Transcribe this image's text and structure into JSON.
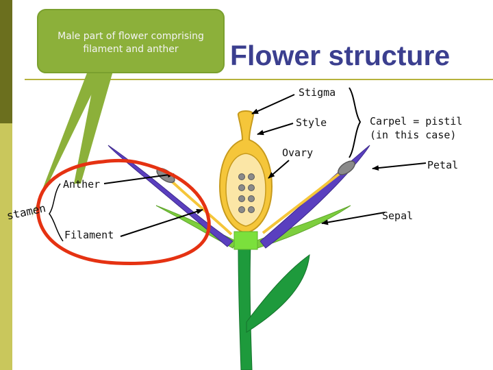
{
  "title": "Flower structure",
  "callout": {
    "text": "Male part of flower comprising filament and anther"
  },
  "labels": {
    "stigma": "Stigma",
    "style": "Style",
    "ovary": "Ovary",
    "carpel_line1": "Carpel = pistil",
    "carpel_line2": "(in this case)",
    "petal": "Petal",
    "anther": "Anther",
    "sepal": "Sepal",
    "filament": "Filament",
    "stamen": "stamen"
  },
  "colors": {
    "sidebar_dark": "#6b6f1e",
    "sidebar_light": "#c9c75c",
    "callout_fill": "#8cb03a",
    "title": "#3b3f8f",
    "highlight_circle": "#e53212",
    "stem_green": "#1e9a3c",
    "receptacle": "#7be03c",
    "sepal_green": "#7dce3e",
    "petal_purple": "#5a3fbf",
    "carpel_yellow": "#f5c63a",
    "stamen_grey": "#8a8a8a"
  }
}
